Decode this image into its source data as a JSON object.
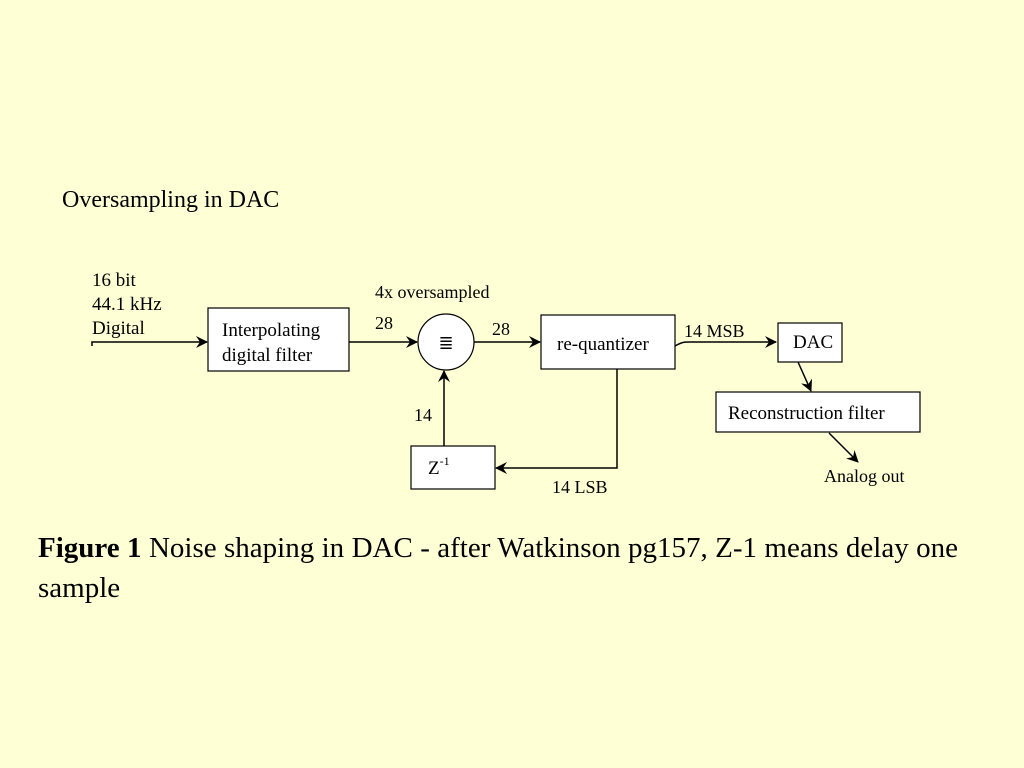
{
  "title": "Oversampling in DAC",
  "input_label": [
    "16 bit",
    "44.1 kHz",
    "Digital"
  ],
  "oversampled_label": "4x oversampled",
  "blocks": {
    "interpolating_filter": [
      "Interpolating",
      "digital filter"
    ],
    "requantizer": "re-quantizer",
    "dac": "DAC",
    "reconstruction_filter": "Reconstruction filter",
    "delay": {
      "base": "Z",
      "exponent": "-1"
    }
  },
  "summing_junction_symbol": "≣",
  "signal_labels": {
    "filter_out": "28",
    "adder_out": "28",
    "msb": "14 MSB",
    "lsb": "14 LSB",
    "feedback": "14",
    "analog_out": "Analog out"
  },
  "caption": {
    "label": "Figure 1",
    "text": "Noise shaping in DAC - after Watkinson pg157, Z-1 means delay one sample"
  },
  "colors": {
    "background": "#ffffd6",
    "box_fill": "#ffffff",
    "ink": "#000000"
  }
}
